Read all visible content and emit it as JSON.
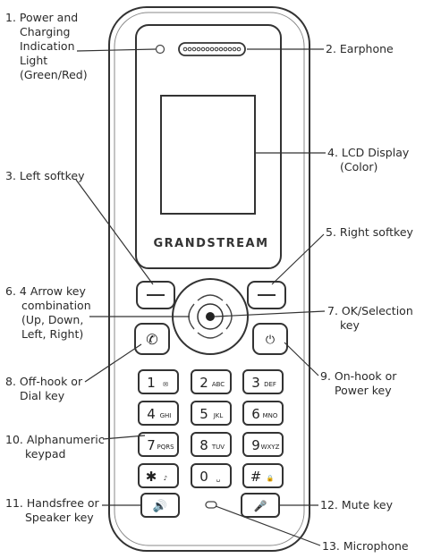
{
  "brand": "GRANDSTREAM",
  "keys": [
    {
      "digit": "1",
      "letters": "",
      "glyph": "✉"
    },
    {
      "digit": "2",
      "letters": "ABC",
      "glyph": ""
    },
    {
      "digit": "3",
      "letters": "DEF",
      "glyph": ""
    },
    {
      "digit": "4",
      "letters": "GHI",
      "glyph": ""
    },
    {
      "digit": "5",
      "letters": "JKL",
      "glyph": ""
    },
    {
      "digit": "6",
      "letters": "MNO",
      "glyph": ""
    },
    {
      "digit": "7",
      "letters": "PQRS",
      "glyph": ""
    },
    {
      "digit": "8",
      "letters": "TUV",
      "glyph": ""
    },
    {
      "digit": "9",
      "letters": "WXYZ",
      "glyph": ""
    },
    {
      "digit": "✱",
      "letters": "♪",
      "glyph": ""
    },
    {
      "digit": "0",
      "letters": "␣",
      "glyph": ""
    },
    {
      "digit": "#",
      "letters": "🔒",
      "glyph": ""
    }
  ],
  "labels": {
    "l1a": "1. Power and",
    "l1b": "Charging",
    "l1c": "Indication",
    "l1d": "Light",
    "l1e": "(Green/Red)",
    "l2": "2. Earphone",
    "l3": "3. Left softkey",
    "l4a": "4. LCD Display",
    "l4b": "(Color)",
    "l5": "5. Right softkey",
    "l6a": "6. 4 Arrow key",
    "l6b": "combination",
    "l6c": "(Up, Down,",
    "l6d": "Left, Right)",
    "l7a": "7. OK/Selection",
    "l7b": "key",
    "l8a": "8. Off-hook or",
    "l8b": "Dial key",
    "l9a": "9. On-hook or",
    "l9b": "Power key",
    "l10a": "10. Alphanumeric",
    "l10b": "keypad",
    "l11a": "11. Handsfree or",
    "l11b": "Speaker key",
    "l12": "12. Mute key",
    "l13": "13. Microphone"
  }
}
